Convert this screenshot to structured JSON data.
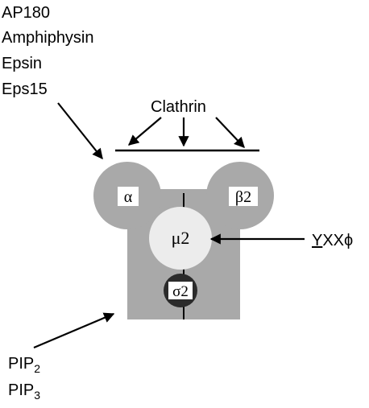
{
  "binding_partners": {
    "items": [
      "AP180",
      "Amphiphysin",
      "Epsin",
      "Eps15"
    ]
  },
  "clathrin": {
    "label": "Clathrin"
  },
  "subunits": {
    "alpha": "α",
    "beta2": "β2",
    "mu2": "μ2",
    "sigma2": "σ2"
  },
  "motif": {
    "underlined_letter": "Y",
    "rest": "XXϕ"
  },
  "lipids": [
    {
      "base": "PIP",
      "sub": "2"
    },
    {
      "base": "PIP",
      "sub": "3"
    }
  ],
  "colors": {
    "complex_fill": "#a9a9a9",
    "mu2_fill": "#ececec",
    "sigma2_fill": "#2b2b2b",
    "label_box": "#ffffff",
    "line": "#000000"
  }
}
